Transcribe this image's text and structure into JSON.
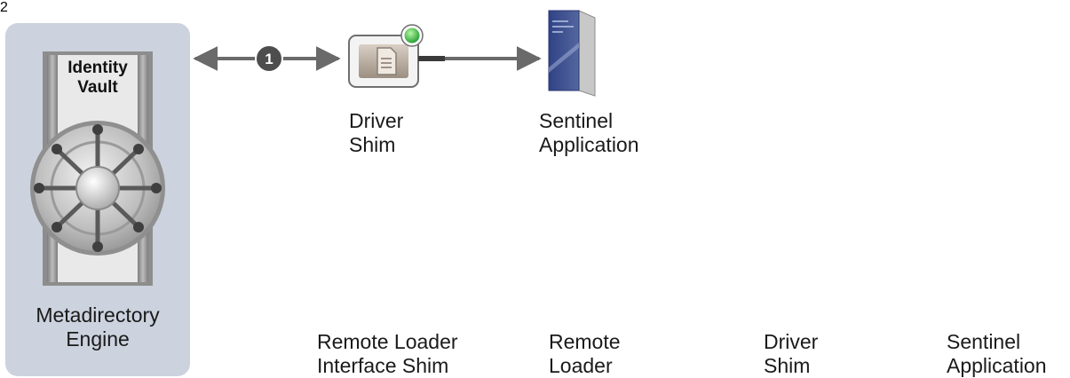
{
  "engine": {
    "vault_title_line1": "Identity",
    "vault_title_line2": "Vault",
    "label_line1": "Metadirectory",
    "label_line2": "Engine"
  },
  "row1": {
    "step_number": "1",
    "driver_shim": {
      "line1": "Driver",
      "line2": "Shim"
    },
    "sentinel_app": {
      "line1": "Sentinel",
      "line2": "Application"
    }
  },
  "row2": {
    "step_number": "2",
    "interface_shim": {
      "line1": "Remote Loader",
      "line2": "Interface Shim"
    },
    "remote_loader": {
      "line1": "Remote",
      "line2": "Loader"
    },
    "driver_shim": {
      "line1": "Driver",
      "line2": "Shim"
    },
    "sentinel_app": {
      "line1": "Sentinel",
      "line2": "Application"
    }
  },
  "colors": {
    "engine_panel": "#ccd3de",
    "arrow": "#6a6a6a",
    "step_badge": "#4d4d4d",
    "book_blue": "#3b4f8c",
    "status_green": "#3fbf3f"
  }
}
